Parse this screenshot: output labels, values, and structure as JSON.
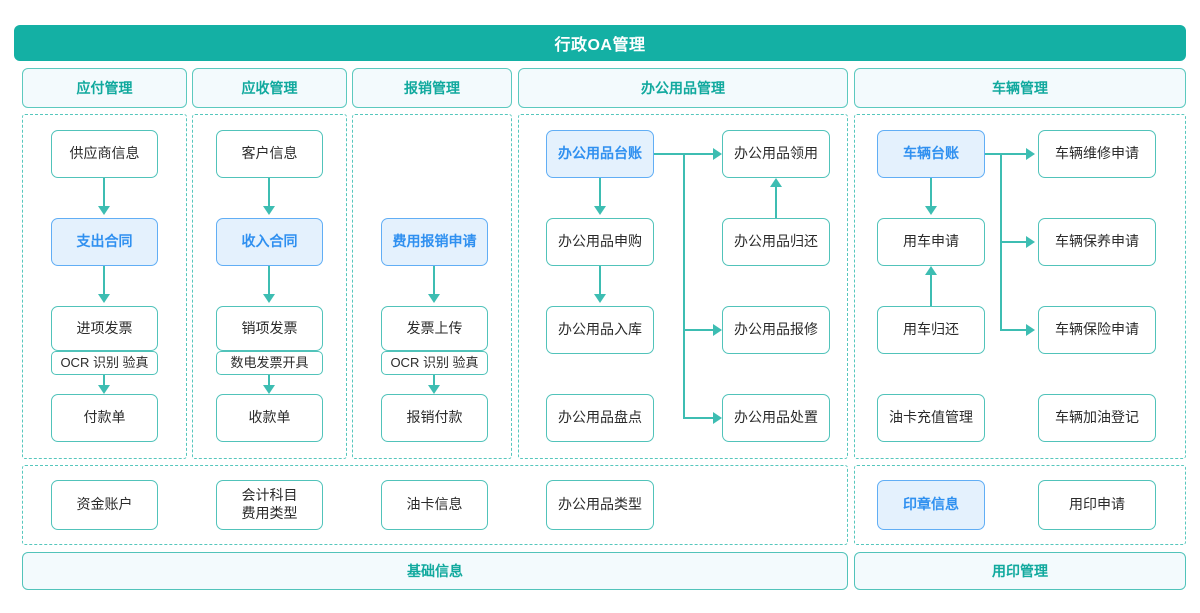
{
  "header": {
    "title": "行政OA管理",
    "color": "#14b0a4"
  },
  "colors": {
    "teal": "#14b0a4",
    "teal_border": "#51c3ba",
    "teal_text": "#11a99e",
    "highlight_fill": "#e4f1fd",
    "highlight_border": "#61aef5",
    "highlight_text": "#2f90f0",
    "panel_fill": "#f3fafd"
  },
  "sections": [
    {
      "key": "payable",
      "label": "应付管理"
    },
    {
      "key": "receivable",
      "label": "应收管理"
    },
    {
      "key": "reimburse",
      "label": "报销管理"
    },
    {
      "key": "supplies",
      "label": "办公用品管理"
    },
    {
      "key": "vehicle",
      "label": "车辆管理"
    }
  ],
  "payable": {
    "nodes": [
      {
        "label": "供应商信息",
        "highlight": false
      },
      {
        "label": "支出合同",
        "highlight": true
      },
      {
        "label": "进项发票",
        "highlight": false
      },
      {
        "label": "付款单",
        "highlight": false
      }
    ],
    "ocr_label": "OCR 识别 验真"
  },
  "receivable": {
    "nodes": [
      {
        "label": "客户信息",
        "highlight": false
      },
      {
        "label": "收入合同",
        "highlight": true
      },
      {
        "label": "销项发票",
        "highlight": false
      },
      {
        "label": "收款单",
        "highlight": false
      }
    ],
    "ocr_label": "数电发票开具"
  },
  "reimburse": {
    "nodes": [
      {
        "label": "费用报销申请",
        "highlight": true
      },
      {
        "label": "发票上传",
        "highlight": false
      },
      {
        "label": "报销付款",
        "highlight": false
      }
    ],
    "ocr_label": "OCR 识别 验真"
  },
  "supplies": {
    "left_nodes": [
      {
        "label": "办公用品台账",
        "highlight": true
      },
      {
        "label": "办公用品申购",
        "highlight": false
      },
      {
        "label": "办公用品入库",
        "highlight": false
      },
      {
        "label": "办公用品盘点",
        "highlight": false
      }
    ],
    "right_nodes": [
      {
        "label": "办公用品领用",
        "highlight": false
      },
      {
        "label": "办公用品归还",
        "highlight": false
      },
      {
        "label": "办公用品报修",
        "highlight": false
      },
      {
        "label": "办公用品处置",
        "highlight": false
      }
    ]
  },
  "vehicle": {
    "left_nodes": [
      {
        "label": "车辆台账",
        "highlight": true
      },
      {
        "label": "用车申请",
        "highlight": false
      },
      {
        "label": "用车归还",
        "highlight": false
      },
      {
        "label": "油卡充值管理",
        "highlight": false
      }
    ],
    "right_nodes": [
      {
        "label": "车辆维修申请",
        "highlight": false
      },
      {
        "label": "车辆保养申请",
        "highlight": false
      },
      {
        "label": "车辆保险申请",
        "highlight": false
      },
      {
        "label": "车辆加油登记",
        "highlight": false
      }
    ]
  },
  "basic_info": {
    "banner": "基础信息",
    "nodes": [
      {
        "label": "资金账户",
        "line2": ""
      },
      {
        "label": "会计科目",
        "line2": "费用类型"
      },
      {
        "label": "油卡信息",
        "line2": ""
      },
      {
        "label": "办公用品类型",
        "line2": ""
      }
    ]
  },
  "seal_management": {
    "banner": "用印管理",
    "nodes": [
      {
        "label": "印章信息",
        "highlight": true
      },
      {
        "label": "用印申请",
        "highlight": false
      }
    ]
  }
}
